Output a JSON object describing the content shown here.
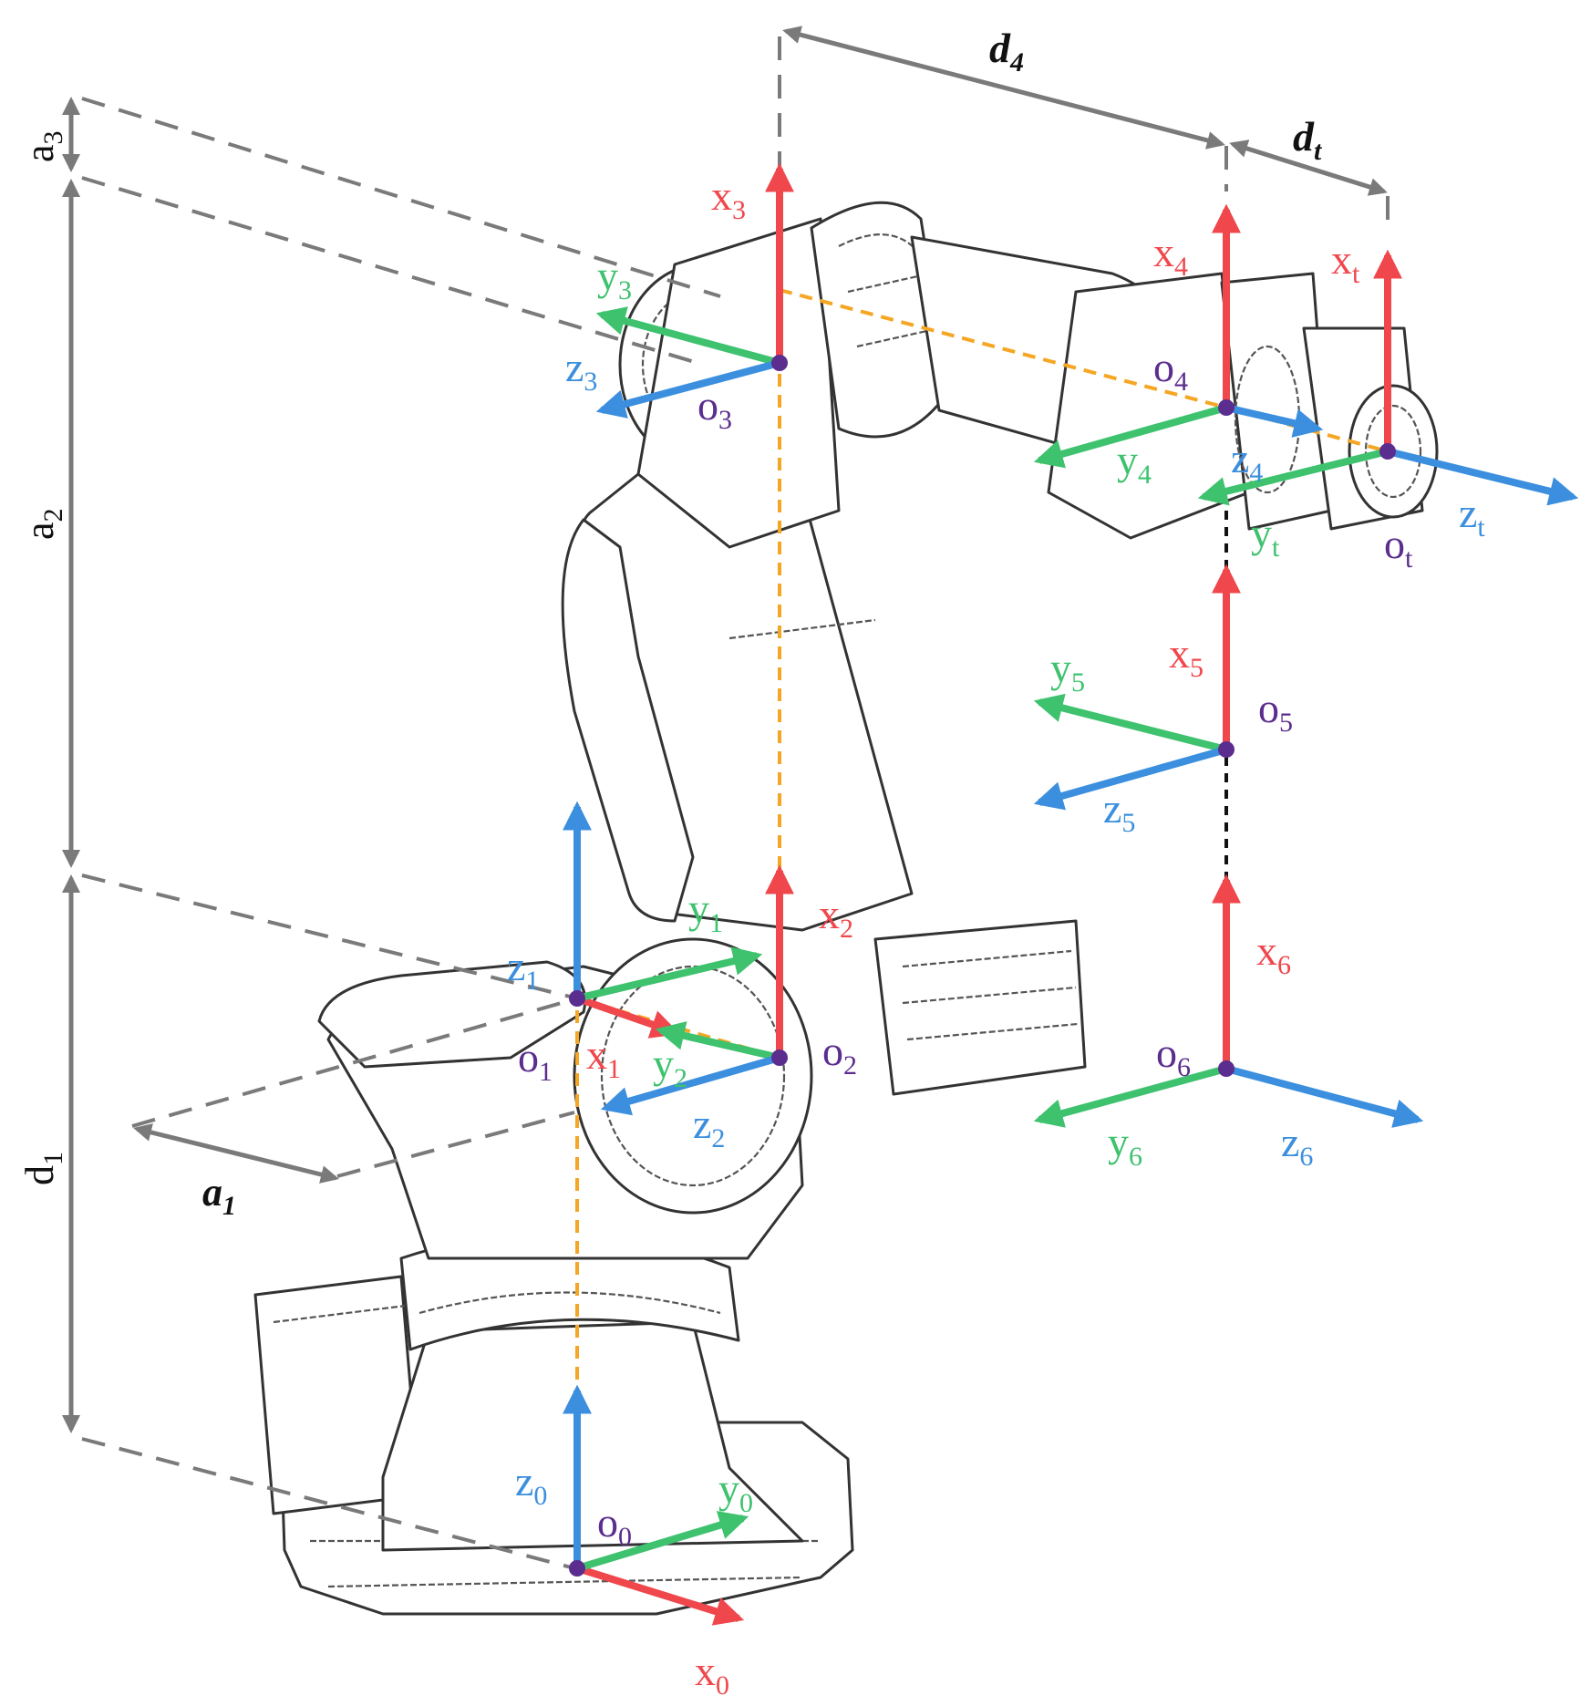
{
  "colors": {
    "x_axis": "#f0474c",
    "y_axis": "#3ec26e",
    "z_axis": "#3b8fde",
    "origin": "#5b2d8e",
    "dimension": "#7a7a7a",
    "axis_guide": "#f5a623"
  },
  "frames": [
    {
      "id": "0",
      "origin": "o",
      "sub": "0",
      "x": "x",
      "y": "y",
      "z": "z"
    },
    {
      "id": "1",
      "origin": "o",
      "sub": "1",
      "x": "x",
      "y": "y",
      "z": "z"
    },
    {
      "id": "2",
      "origin": "o",
      "sub": "2",
      "x": "x",
      "y": "y",
      "z": "z"
    },
    {
      "id": "3",
      "origin": "o",
      "sub": "3",
      "x": "x",
      "y": "y",
      "z": "z"
    },
    {
      "id": "4",
      "origin": "o",
      "sub": "4",
      "x": "x",
      "y": "y",
      "z": "z"
    },
    {
      "id": "5",
      "origin": "o",
      "sub": "5",
      "x": "x",
      "y": "y",
      "z": "z"
    },
    {
      "id": "6",
      "origin": "o",
      "sub": "6",
      "x": "x",
      "y": "y",
      "z": "z"
    },
    {
      "id": "t",
      "origin": "o",
      "sub": "t",
      "x": "x",
      "y": "y",
      "z": "z"
    }
  ],
  "dimensions": [
    {
      "id": "a1",
      "base": "a",
      "sub": "1"
    },
    {
      "id": "a2",
      "base": "a",
      "sub": "2"
    },
    {
      "id": "a3",
      "base": "a",
      "sub": "3"
    },
    {
      "id": "d1",
      "base": "d",
      "sub": "1"
    },
    {
      "id": "d4",
      "base": "d",
      "sub": "4"
    },
    {
      "id": "dt",
      "base": "d",
      "sub": "t"
    }
  ]
}
